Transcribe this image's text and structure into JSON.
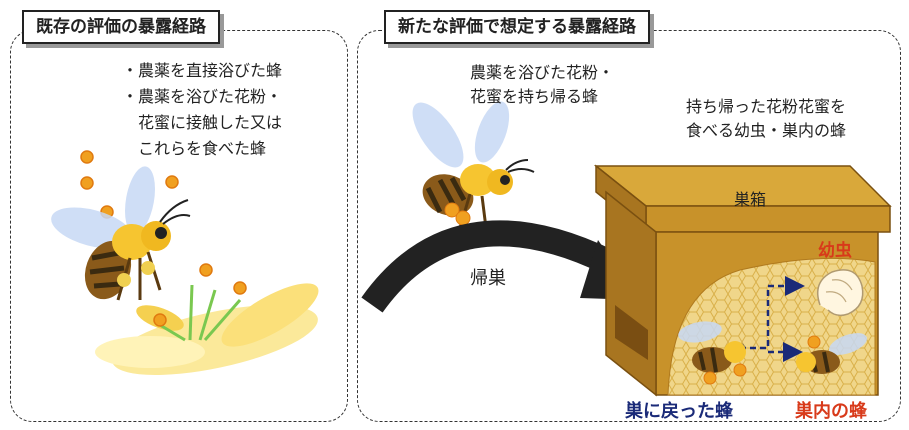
{
  "left_panel": {
    "title": "既存の評価の暴露経路",
    "lines": [
      "・農薬を直接浴びた蜂",
      "・農薬を浴びた花粉・",
      "花蜜に接触した又は",
      "これらを食べた蜂"
    ]
  },
  "right_panel": {
    "title": "新たな評価で想定する暴露経路",
    "forager_lines": [
      "農薬を浴びた花粉・",
      "花蜜を持ち帰る蜂"
    ],
    "inhive_lines": [
      "持ち帰った花粉花蜜を",
      "食べる幼虫・巣内の蜂"
    ],
    "return_label": "帰巣",
    "hive_label": "巣箱",
    "larva_label": "幼虫",
    "returned_bee_label": "巣に戻った蜂",
    "inhive_bee_label": "巣内の蜂"
  },
  "colors": {
    "pollen": "#f0a020",
    "larva_red": "#d83a1a",
    "navy": "#1a2a78",
    "hive_top": "#d9a83a",
    "hive_side": "#b07a1e"
  }
}
